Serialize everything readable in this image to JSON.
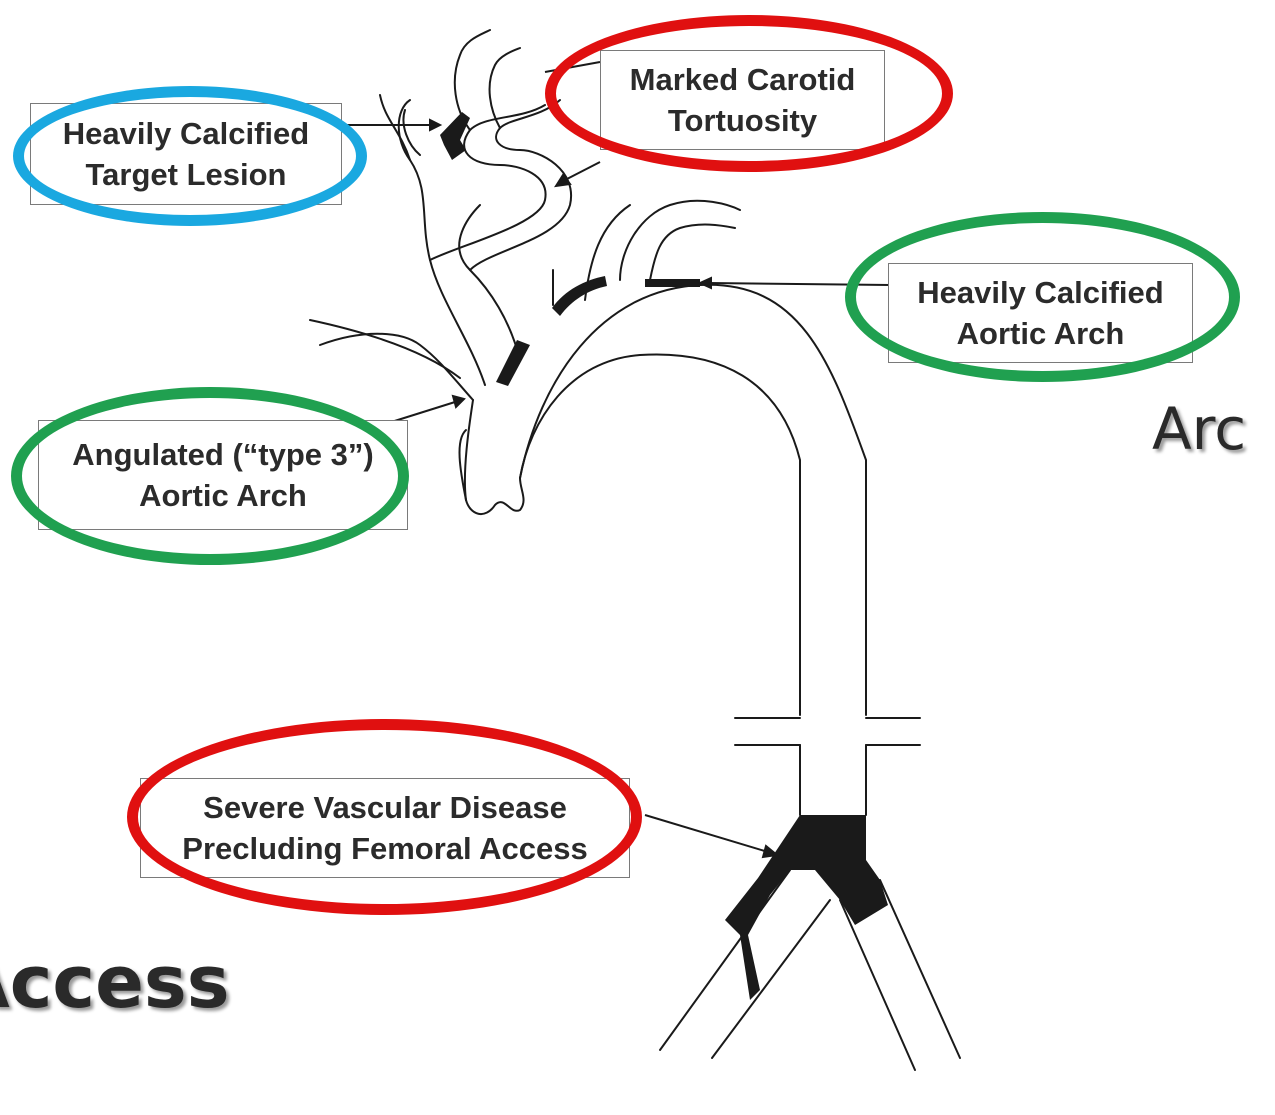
{
  "labels": {
    "target_lesion": {
      "line1": "Heavily Calcified",
      "line2": "Target Lesion"
    },
    "carotid": {
      "line1": "Marked Carotid",
      "line2": "Tortuosity"
    },
    "aortic_arch_calc": {
      "line1": "Heavily Calcified",
      "line2": "Aortic Arch"
    },
    "angulated_arch": {
      "line1": "Angulated (“type 3”)",
      "line2": "Aortic Arch"
    },
    "femoral": {
      "line1": "Severe Vascular Disease",
      "line2": "Precluding Femoral Access"
    }
  },
  "slide_text": {
    "right_fragment": "Arc",
    "left_fragment": "Access"
  },
  "colors": {
    "blue_highlight": "#1aa8e0",
    "green_highlight": "#20a050",
    "red_highlight": "#e01010",
    "vessel_line": "#1a1a1a",
    "calcification": "#1a1a1a"
  }
}
